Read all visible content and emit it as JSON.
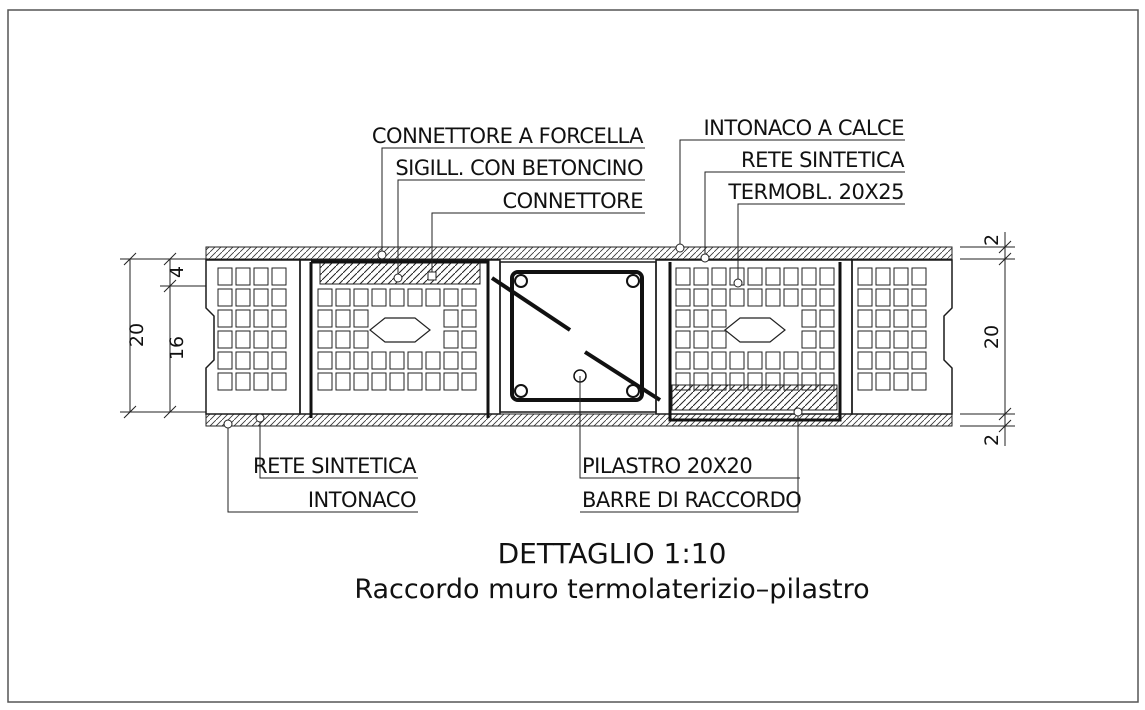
{
  "drawing": {
    "labels_top_left": [
      "CONNETTORE A FORCELLA",
      "SIGILL. CON BETONCINO",
      "CONNETTORE"
    ],
    "labels_top_right": [
      "INTONACO A CALCE",
      "RETE SINTETICA",
      "TERMOBL. 20X25"
    ],
    "labels_bottom_left": [
      "RETE SINTETICA",
      "INTONACO"
    ],
    "labels_bottom_right": [
      "PILASTRO 20X20",
      "BARRE DI RACCORDO"
    ],
    "dims_left": [
      "4",
      "16",
      "20"
    ],
    "dims_right": [
      "2",
      "20",
      "2"
    ],
    "title": "DETTAGLIO 1:10",
    "subtitle": "Raccordo muro termolaterizio–pilastro"
  }
}
